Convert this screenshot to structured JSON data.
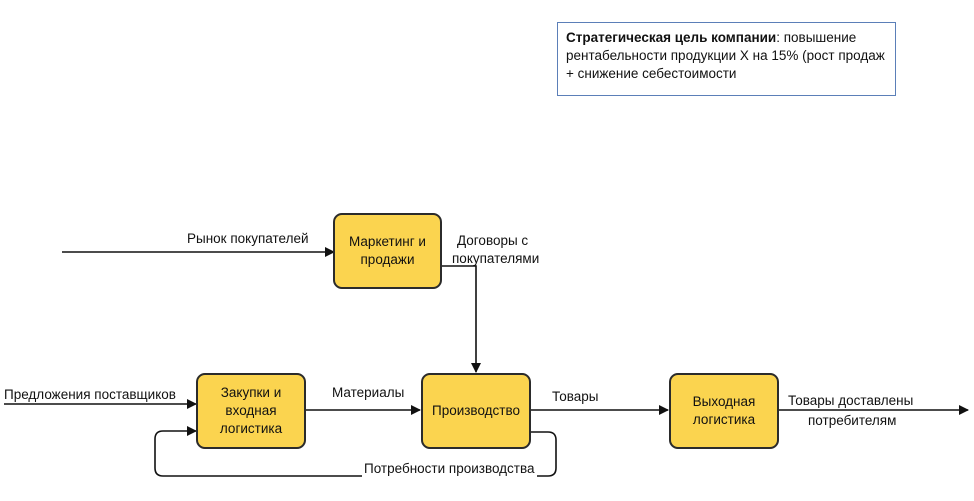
{
  "goal": {
    "title": "Стратегическая цель компании",
    "text": ": повышение рентабельности продукции Х на 15% (рост продаж + снижение себестоимости"
  },
  "blocks": {
    "marketing": "Маркетинг и продажи",
    "procurement": "Закупки и входная логистика",
    "production": "Производство",
    "outbound": "Выходная логистика"
  },
  "labels": {
    "buyer_market": "Рынок покупателей",
    "contracts_line1": "Договоры с",
    "contracts_line2": "покупателями",
    "supplier_offers": "Предложения поставщиков",
    "materials": "Материалы",
    "goods": "Товары",
    "delivered_line1": "Товары доставлены",
    "delivered_line2": "потребителям",
    "production_needs": "Потребности производства"
  },
  "colors": {
    "block_fill": "#fbd44f",
    "block_border": "#2b2b2b",
    "goal_border": "#5b7fb8",
    "line": "#111111"
  }
}
